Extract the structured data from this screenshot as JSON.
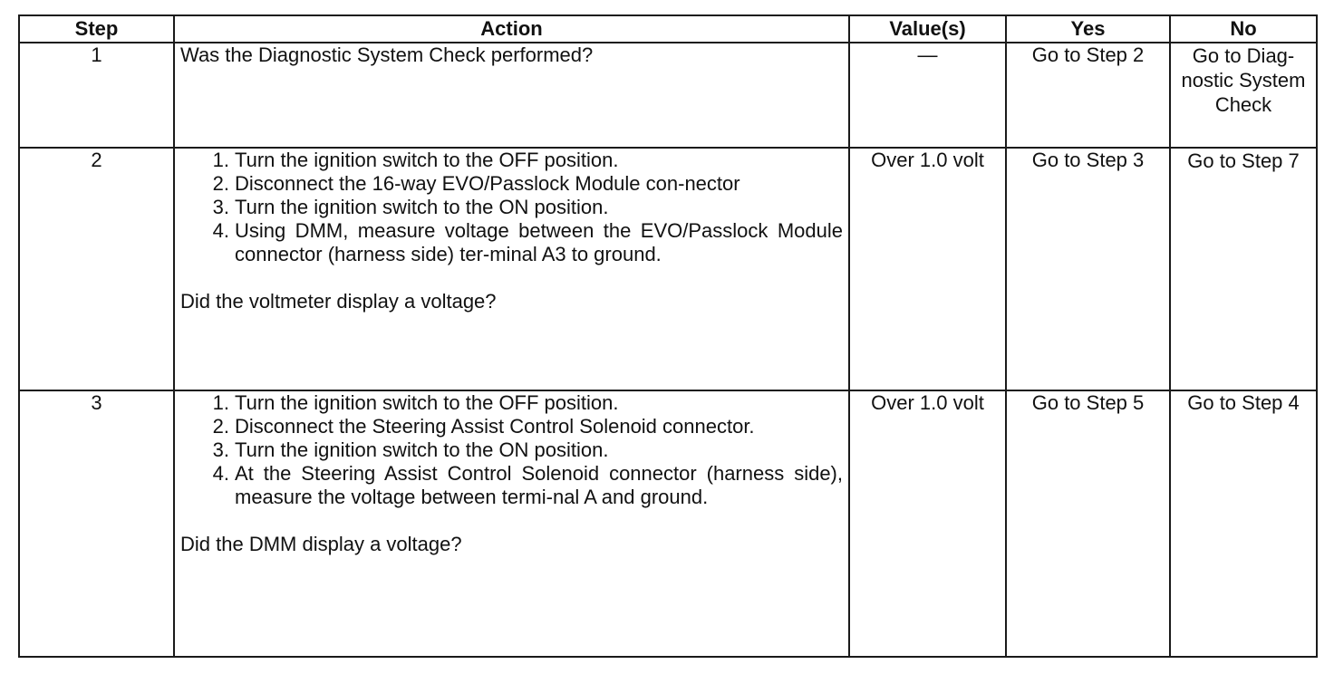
{
  "headers": {
    "step": "Step",
    "action": "Action",
    "values": "Value(s)",
    "yes": "Yes",
    "no": "No"
  },
  "rows": [
    {
      "step": "1",
      "question": "Was the Diagnostic System Check performed?",
      "value": "—",
      "yes": "Go to Step 2",
      "no": "Go to Diag-nostic System Check"
    },
    {
      "step": "2",
      "items": [
        {
          "num": "1.",
          "text": "Turn the ignition switch to the OFF position."
        },
        {
          "num": "2.",
          "text": "Disconnect the 16-way EVO/Passlock Module con-nector"
        },
        {
          "num": "3.",
          "text": "Turn the ignition switch to the ON position."
        },
        {
          "num": "4.",
          "text": "Using DMM, measure voltage between the EVO/Passlock Module connector (harness side) ter-minal A3 to ground."
        }
      ],
      "question": "Did the voltmeter display a voltage?",
      "value": "Over 1.0 volt",
      "yes": "Go to Step 3",
      "no": "Go to Step 7"
    },
    {
      "step": "3",
      "items": [
        {
          "num": "1.",
          "text": "Turn the ignition switch to the OFF position."
        },
        {
          "num": "2.",
          "text": "Disconnect the Steering Assist Control Solenoid connector."
        },
        {
          "num": "3.",
          "text": "Turn the ignition switch to the ON position."
        },
        {
          "num": "4.",
          "text": "At the Steering Assist Control Solenoid connector (harness side), measure the voltage between termi-nal A and ground."
        }
      ],
      "question": "Did the DMM display a voltage?",
      "value": "Over 1.0 volt",
      "yes": "Go to Step 5",
      "no": "Go to Step 4"
    }
  ]
}
